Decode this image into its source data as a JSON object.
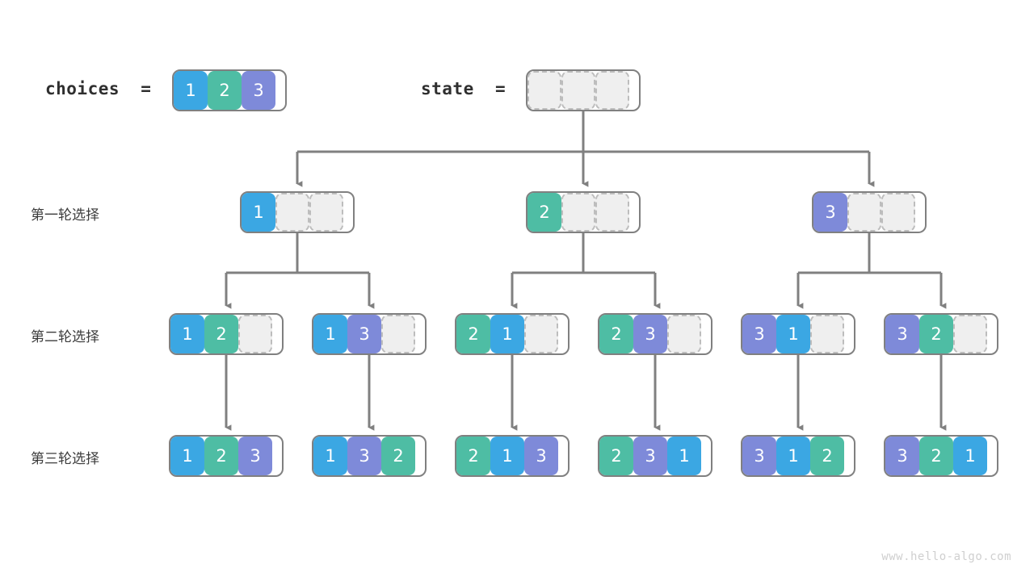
{
  "diagram": {
    "title_labels": {
      "choices_label": "choices  =",
      "state_label": "state  =",
      "watermark": "www.hello-algo.com"
    },
    "colors": {
      "value1": "#3BA7E3",
      "value2": "#4EBDA4",
      "value3": "#7E8AD9",
      "empty_fill": "#efefef",
      "empty_border": "#bdbdbd",
      "box_border": "#808080",
      "connector": "#808080",
      "text": "#3c3c3c",
      "watermark": "#cfcfcf"
    },
    "row_labels": [
      {
        "text": "第一轮选择"
      },
      {
        "text": "第二轮选择"
      },
      {
        "text": "第三轮选择"
      }
    ],
    "header": {
      "choices": {
        "cells": [
          "1",
          "2",
          "3"
        ]
      },
      "state": {
        "cells": [
          "",
          "",
          ""
        ]
      }
    },
    "level1": [
      {
        "cells": [
          "1",
          "",
          ""
        ]
      },
      {
        "cells": [
          "2",
          "",
          ""
        ]
      },
      {
        "cells": [
          "3",
          "",
          ""
        ]
      }
    ],
    "level2": [
      {
        "cells": [
          "1",
          "2",
          ""
        ]
      },
      {
        "cells": [
          "1",
          "3",
          ""
        ]
      },
      {
        "cells": [
          "2",
          "1",
          ""
        ]
      },
      {
        "cells": [
          "2",
          "3",
          ""
        ]
      },
      {
        "cells": [
          "3",
          "1",
          ""
        ]
      },
      {
        "cells": [
          "3",
          "2",
          ""
        ]
      }
    ],
    "level3": [
      {
        "cells": [
          "1",
          "2",
          "3"
        ]
      },
      {
        "cells": [
          "1",
          "3",
          "2"
        ]
      },
      {
        "cells": [
          "2",
          "1",
          "3"
        ]
      },
      {
        "cells": [
          "2",
          "3",
          "1"
        ]
      },
      {
        "cells": [
          "3",
          "1",
          "2"
        ]
      },
      {
        "cells": [
          "3",
          "2",
          "1"
        ]
      }
    ]
  }
}
